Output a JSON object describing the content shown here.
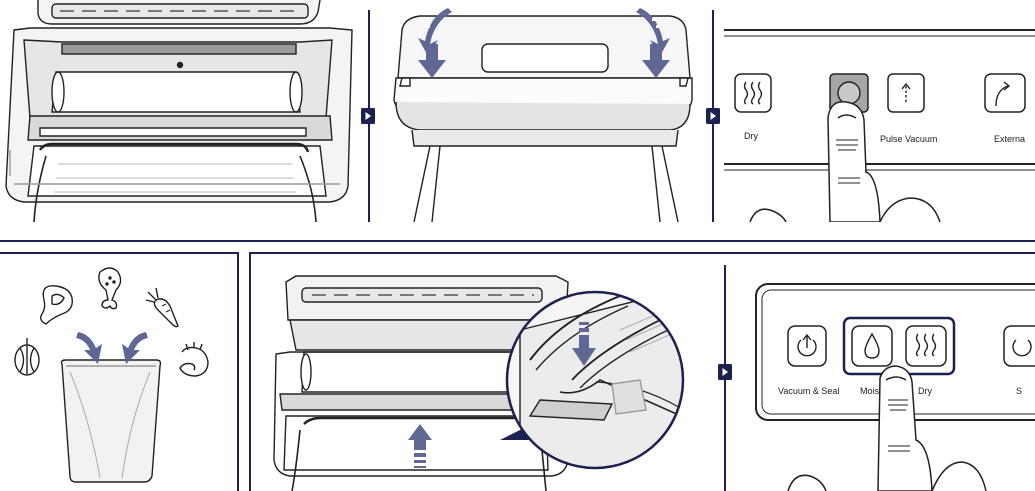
{
  "colors": {
    "navy": "#1c2150",
    "arrow": "#5f6894",
    "line": "#222222",
    "fill_light": "#f4f4f4",
    "fill_mid": "#e2e2e2",
    "fill_dark": "#bcbcbc"
  },
  "icons": [
    "step-arrow-icon",
    "steam-icon",
    "circle-button-icon",
    "up-arrow-icon",
    "curved-arrow-icon",
    "droplet-icon",
    "power-arrow-icon",
    "meat-icon",
    "drumstick-icon",
    "carrot-icon",
    "onion-icon",
    "shrimp-icon"
  ],
  "panel_top_right": {
    "buttons": [
      {
        "label": "Dry"
      },
      {
        "label": "Pulse Vacuum"
      },
      {
        "label": "Externa"
      }
    ]
  },
  "panel_bottom_right": {
    "buttons": [
      {
        "label": "Vacuum & Seal"
      },
      {
        "label": "Moist"
      },
      {
        "label": "Dry"
      },
      {
        "label": "S"
      }
    ]
  }
}
